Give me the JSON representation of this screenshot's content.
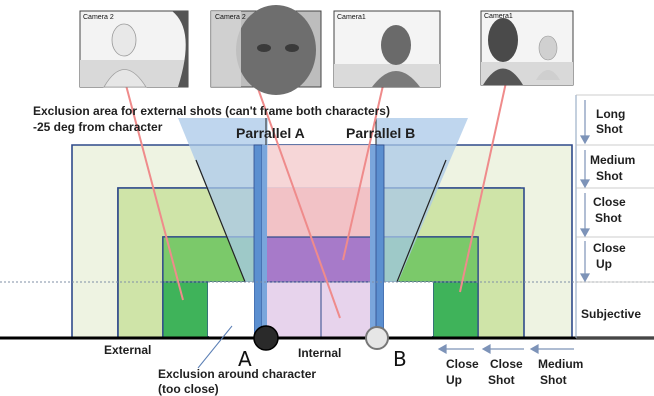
{
  "cameras": [
    "Camera 2",
    "Camera 2",
    "Camera1",
    "Camera1"
  ],
  "exclusion_external": {
    "line1": "Exclusion area for external shots (can't frame both characters)",
    "line2": "-25 deg from character"
  },
  "parallel_a": "Parrallel A",
  "parrallel_b": "Parrallel B",
  "right_scale": {
    "long_1": "Long",
    "long_2": "Shot",
    "medium_1": "Medium",
    "medium_2": "Shot",
    "close_1": "Close",
    "close_2": "Shot",
    "closeup_1": "Close",
    "closeup_2": "Up",
    "subjective": "Subjective"
  },
  "external_label": "External",
  "internal_label": "Internal",
  "character_a": "A",
  "character_b": "B",
  "exclusion_character": {
    "line1": "Exclusion around character",
    "line2": "(too close)"
  },
  "bottom_scale": {
    "closeup_1": "Close",
    "closeup_2": "Up",
    "closeshot_1": "Close",
    "closeshot_2": "Shot",
    "medium_1": "Medium",
    "medium_2": "Shot"
  },
  "colors": {
    "long_fill": "#eef3e2",
    "medium_fill": "#cfe4a8",
    "close_fill": "#8fd07d",
    "closeup_fill": "#3fb85a",
    "frame_stroke": "#2f4a8a",
    "sight_line": "#f08a8a",
    "parallel_band": "#5b8fd0",
    "cone_fill": "#b6d0ec",
    "internal_fill": "#f2c8cc",
    "internal_closeup": "#a77ac9"
  }
}
